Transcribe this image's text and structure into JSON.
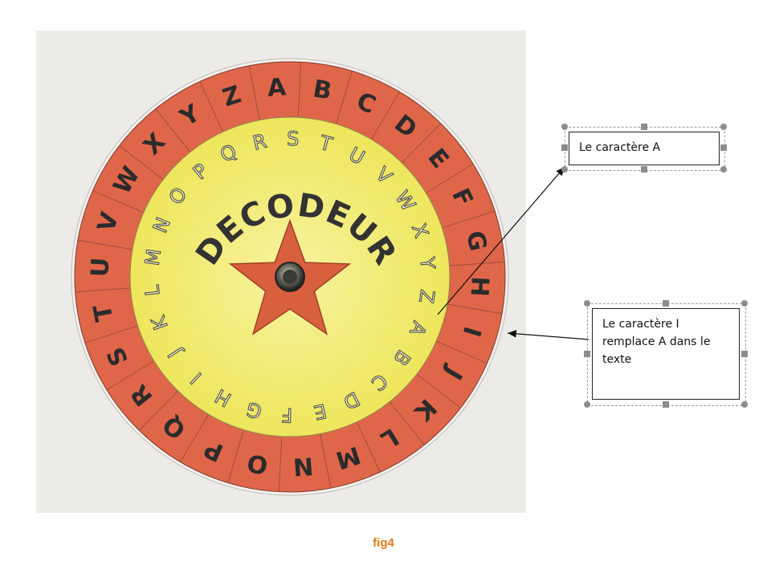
{
  "wheel": {
    "outer_letters": [
      "A",
      "B",
      "C",
      "D",
      "E",
      "F",
      "G",
      "H",
      "I",
      "J",
      "K",
      "L",
      "M",
      "N",
      "O",
      "P",
      "Q",
      "R",
      "S",
      "T",
      "U",
      "V",
      "W",
      "X",
      "Y",
      "Z"
    ],
    "inner_letters": [
      "A",
      "B",
      "C",
      "D",
      "E",
      "F",
      "G",
      "H",
      "I",
      "J",
      "K",
      "L",
      "M",
      "N",
      "O",
      "P",
      "Q",
      "R",
      "S",
      "T",
      "U",
      "V",
      "W",
      "X",
      "Y",
      "Z"
    ],
    "center_title": "DECODEUR",
    "outer_color": "#e0664a",
    "inner_color": "#f3ee7a",
    "star_color": "#d9603f"
  },
  "callouts": {
    "a_text": "Le caractère A",
    "i_lines": [
      "Le caractère  I",
      "remplace A dans le",
      "texte"
    ]
  },
  "caption": "fig4"
}
